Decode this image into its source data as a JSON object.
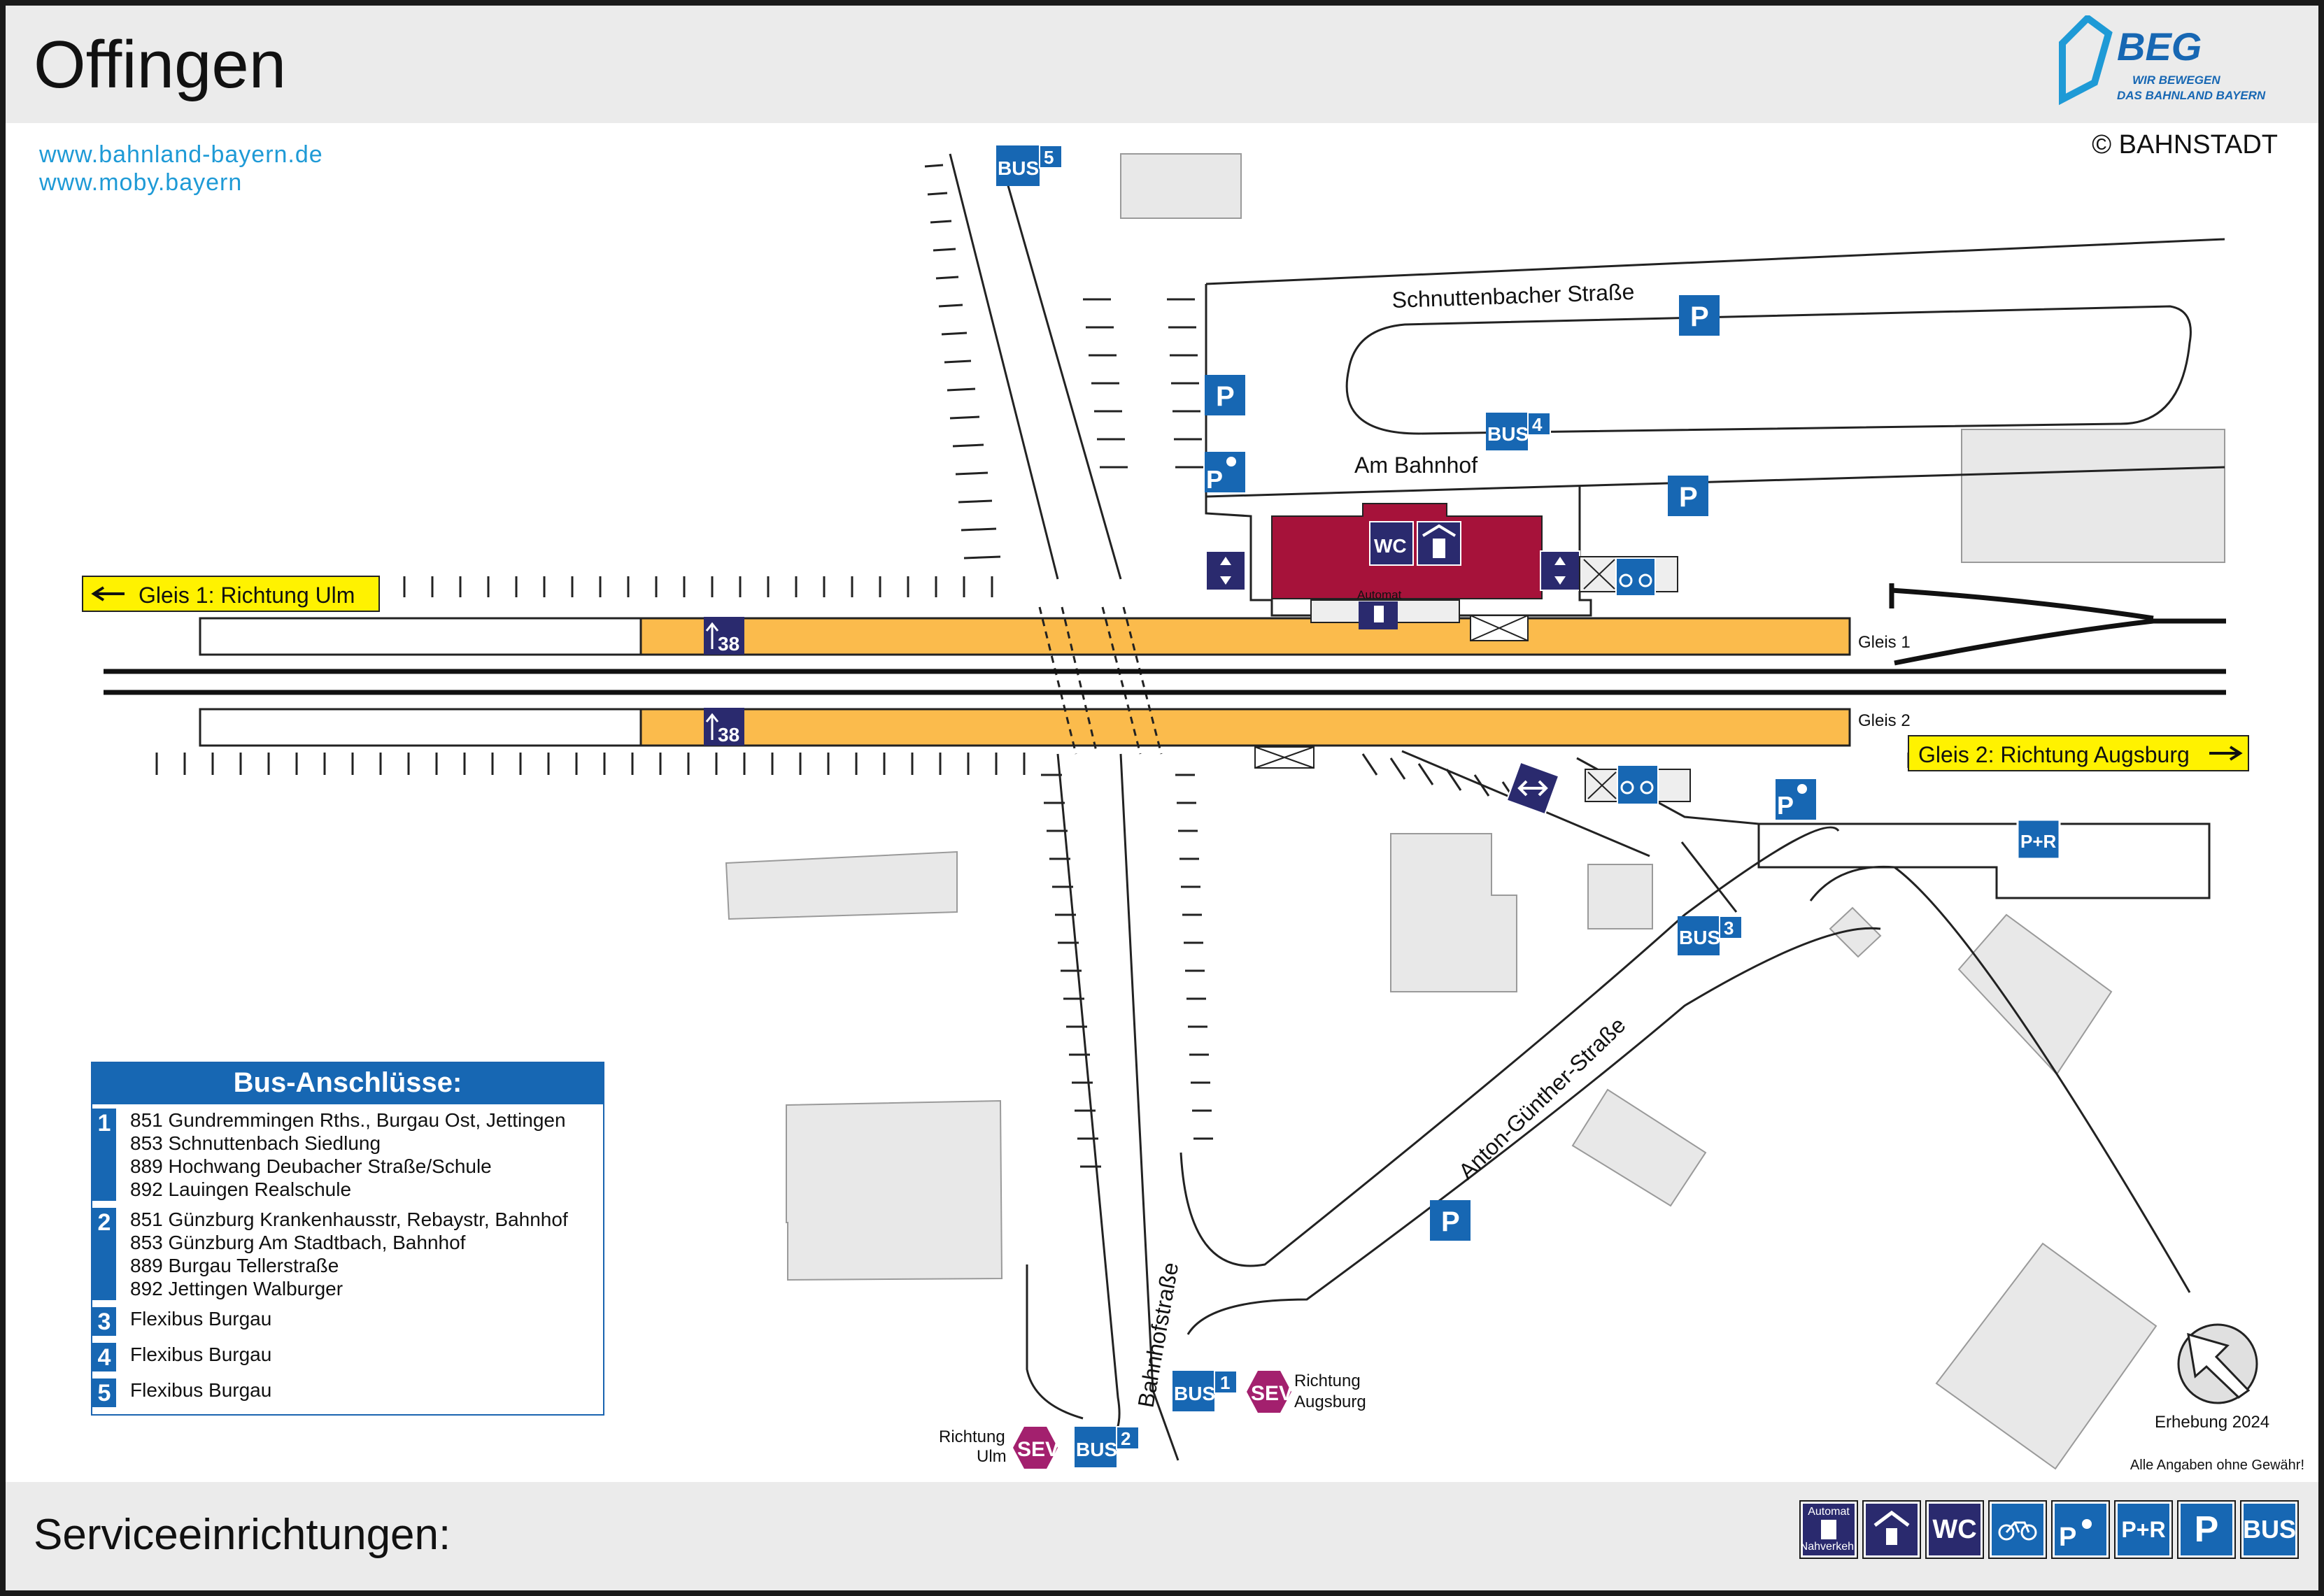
{
  "title": "Offingen",
  "links": [
    "www.bahnland-bayern.de",
    "www.moby.bayern"
  ],
  "logo": {
    "brand": "BEG",
    "tagline_1": "WIR BEWEGEN",
    "tagline_2": "DAS BAHNLAND BAYERN"
  },
  "copyright": "© BAHNSTADT",
  "streets": {
    "schnuttenbacher": "Schnuttenbacher Straße",
    "am_bahnhof": "Am Bahnhof",
    "bahnhofstrasse": "Bahnhofstraße",
    "anton_guenther": "Anton-Günther-Straße"
  },
  "directions": {
    "gleis1": "Gleis 1: Richtung Ulm",
    "gleis2": "Gleis 2: Richtung Augsburg"
  },
  "tracks": {
    "gleis1": "Gleis 1",
    "gleis2": "Gleis 2",
    "platform_height": "38"
  },
  "map_labels": {
    "wc": "WC",
    "automat": "Automat",
    "richtung_ulm_1": "Richtung",
    "richtung_ulm_2": "Ulm",
    "richtung_augsburg_1": "Richtung",
    "richtung_augsburg_2": "Augsburg",
    "sev": "SEV",
    "bus": "BUS",
    "parking": "P",
    "park_ride": "P+R",
    "bus_stops": [
      "1",
      "2",
      "3",
      "4",
      "5"
    ]
  },
  "legend": {
    "title": "Bus-Anschlüsse:",
    "rows": [
      {
        "num": "1",
        "lines": [
          "851 Gundremmingen Rths., Burgau Ost, Jettingen",
          "853 Schnuttenbach Siedlung",
          "889 Hochwang Deubacher Straße/Schule",
          "892 Lauingen Realschule"
        ]
      },
      {
        "num": "2",
        "lines": [
          "851 Günzburg Krankenhausstr, Rebaystr, Bahnhof",
          "853 Günzburg Am Stadtbach, Bahnhof",
          "889 Burgau Tellerstraße",
          "892 Jettingen Walburger"
        ]
      },
      {
        "num": "3",
        "lines": [
          "Flexibus Burgau"
        ]
      },
      {
        "num": "4",
        "lines": [
          "Flexibus Burgau"
        ]
      },
      {
        "num": "5",
        "lines": [
          "Flexibus Burgau"
        ]
      }
    ]
  },
  "erhebung": "Erhebung 2024",
  "disclaimer": "Alle Angaben ohne Gewähr!",
  "footer": {
    "title": "Serviceeinrichtungen:",
    "icons": [
      {
        "icon": "ticket-machine-icon",
        "label_1": "Automat",
        "label_2": "Nahverkehr"
      },
      {
        "icon": "waiting-room-icon"
      },
      {
        "icon": "wc-icon",
        "label": "WC"
      },
      {
        "icon": "bicycle-parking-icon"
      },
      {
        "icon": "disabled-parking-icon",
        "label": "P"
      },
      {
        "icon": "park-and-ride-icon",
        "label": "P+R"
      },
      {
        "icon": "parking-icon",
        "label": "P"
      },
      {
        "icon": "bus-icon",
        "label": "BUS"
      }
    ]
  },
  "colors": {
    "platform": "#fbbb4c",
    "station_building": "#a6123a",
    "signage_blue": "#1767b3",
    "signage_dark": "#2a2a6e",
    "sev_purple": "#a3206e",
    "direction_yellow": "#fff200",
    "building_grey": "#e8e8e8"
  }
}
